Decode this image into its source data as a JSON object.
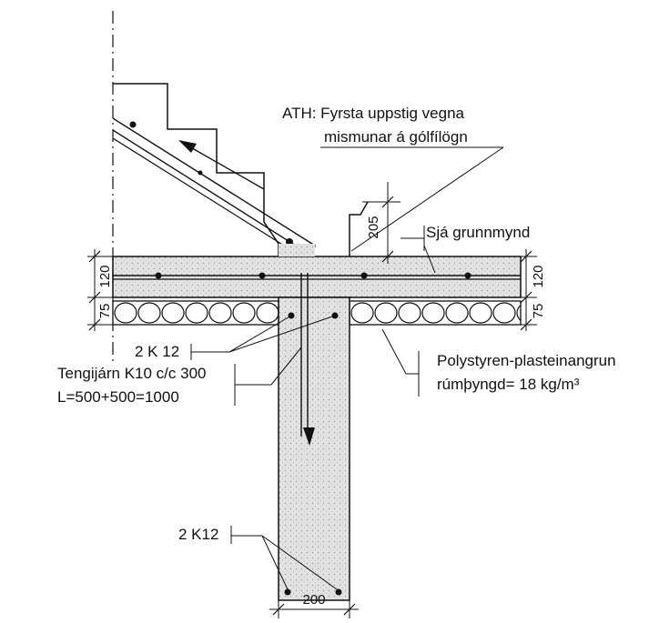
{
  "notes": {
    "ath_line1": "ATH: Fyrsta uppstig vegna",
    "ath_line2": "mismunar á gólfílögn",
    "sja_grunnmynd": "Sjá grunnmynd",
    "rebar_top": "2 K 12",
    "tengijarn_line1": "Tengijárn K10 c/c 300",
    "tengijarn_line2": "L=500+500=1000",
    "polystyren_line1": "Polystyren-plasteinangrun",
    "polystyren_line2": "rúmþyngd= 18 kg/m³",
    "rebar_bottom": "2 K12"
  },
  "dimensions": {
    "step_height": "205",
    "slab_left": "120",
    "insulation_left": "75",
    "slab_right": "120",
    "insulation_right": "75",
    "foundation_width": "200"
  },
  "colors": {
    "line": "#111111",
    "concrete": "#e2e2e2",
    "background": "#ffffff"
  }
}
